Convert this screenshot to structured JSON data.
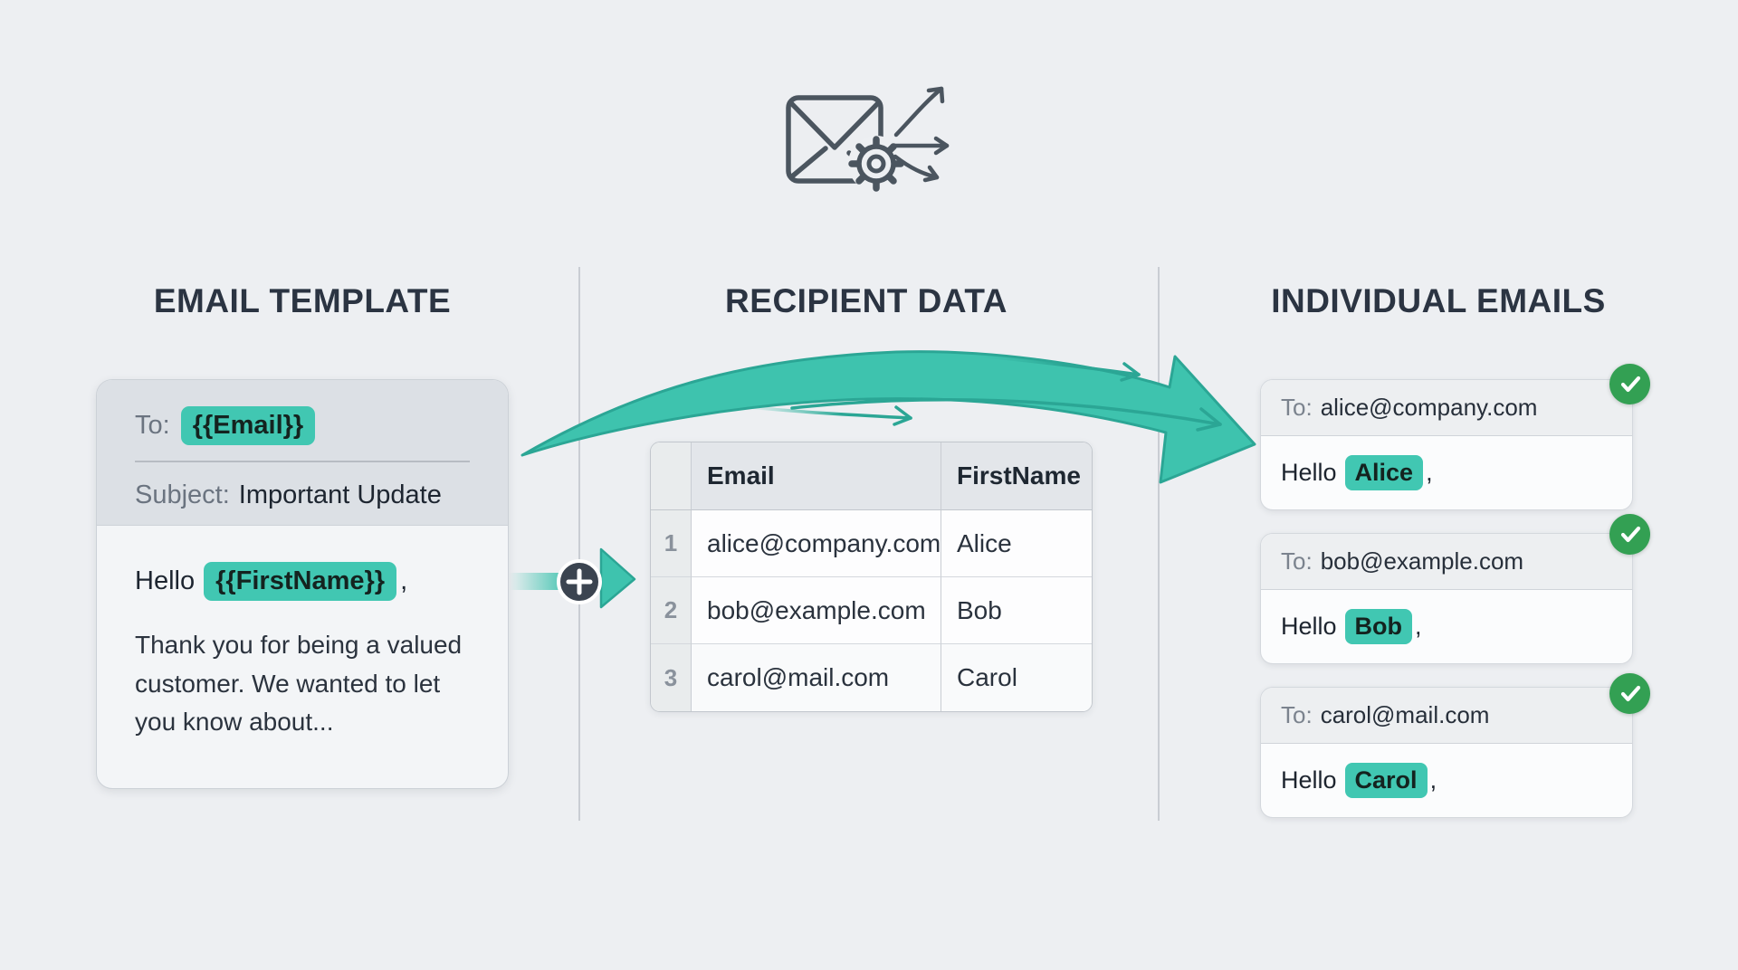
{
  "columns": [
    {
      "title": "EMAIL TEMPLATE"
    },
    {
      "title": "RECIPIENT DATA"
    },
    {
      "title": "INDIVIDUAL EMAILS"
    }
  ],
  "hero": {
    "icon": "envelope-send-gear-icon"
  },
  "template_card": {
    "to_label": "To:",
    "to_variable": "{{Email}}",
    "subject_label": "Subject:",
    "subject_value": "Important Update",
    "greeting_prefix": "Hello",
    "greeting_variable": "{{FirstName}}",
    "greeting_suffix": ",",
    "body_text": "Thank you for being a valued customer. We wanted to let you know about..."
  },
  "recipient_table": {
    "headers": {
      "email": "Email",
      "first_name": "FirstName"
    },
    "rows": [
      {
        "num": "1",
        "email": "alice@company.com",
        "first_name": "Alice"
      },
      {
        "num": "2",
        "email": "bob@example.com",
        "first_name": "Bob"
      },
      {
        "num": "3",
        "email": "carol@mail.com",
        "first_name": "Carol"
      }
    ]
  },
  "merge": {
    "icon": "plus-icon"
  },
  "emails": [
    {
      "to_label": "To:",
      "to_address": "alice@company.com",
      "greeting_prefix": "Hello",
      "name": "Alice",
      "greeting_suffix": ",",
      "status_icon": "check-icon"
    },
    {
      "to_label": "To:",
      "to_address": "bob@example.com",
      "greeting_prefix": "Hello",
      "name": "Bob",
      "greeting_suffix": ",",
      "status_icon": "check-icon"
    },
    {
      "to_label": "To:",
      "to_address": "carol@mail.com",
      "greeting_prefix": "Hello",
      "name": "Carol",
      "greeting_suffix": ",",
      "status_icon": "check-icon"
    }
  ],
  "colors": {
    "background": "#edeff2",
    "accent_teal": "#3ec3ae",
    "accent_teal_dark": "#2ba695",
    "chip_teal": "#41c7b2",
    "badge_green": "#33a053",
    "merge_circle": "#3b4450",
    "heading_text": "#2b3442",
    "icon_gray": "#4b555f"
  }
}
